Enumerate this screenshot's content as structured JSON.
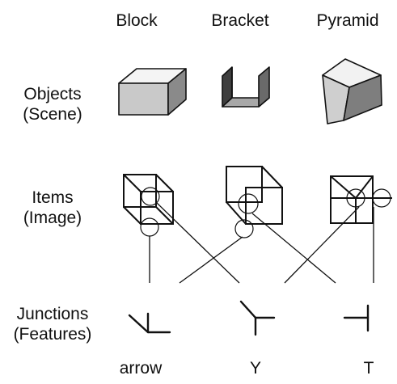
{
  "columns": {
    "block": "Block",
    "bracket": "Bracket",
    "pyramid": "Pyramid"
  },
  "rows": {
    "objects": {
      "line1": "Objects",
      "line2": "(Scene)"
    },
    "items": {
      "line1": "Items",
      "line2": "(Image)"
    },
    "junctions": {
      "line1": "Junctions",
      "line2": "(Features)"
    }
  },
  "junction_types": {
    "arrow": "arrow",
    "y": "Y",
    "t": "T"
  }
}
